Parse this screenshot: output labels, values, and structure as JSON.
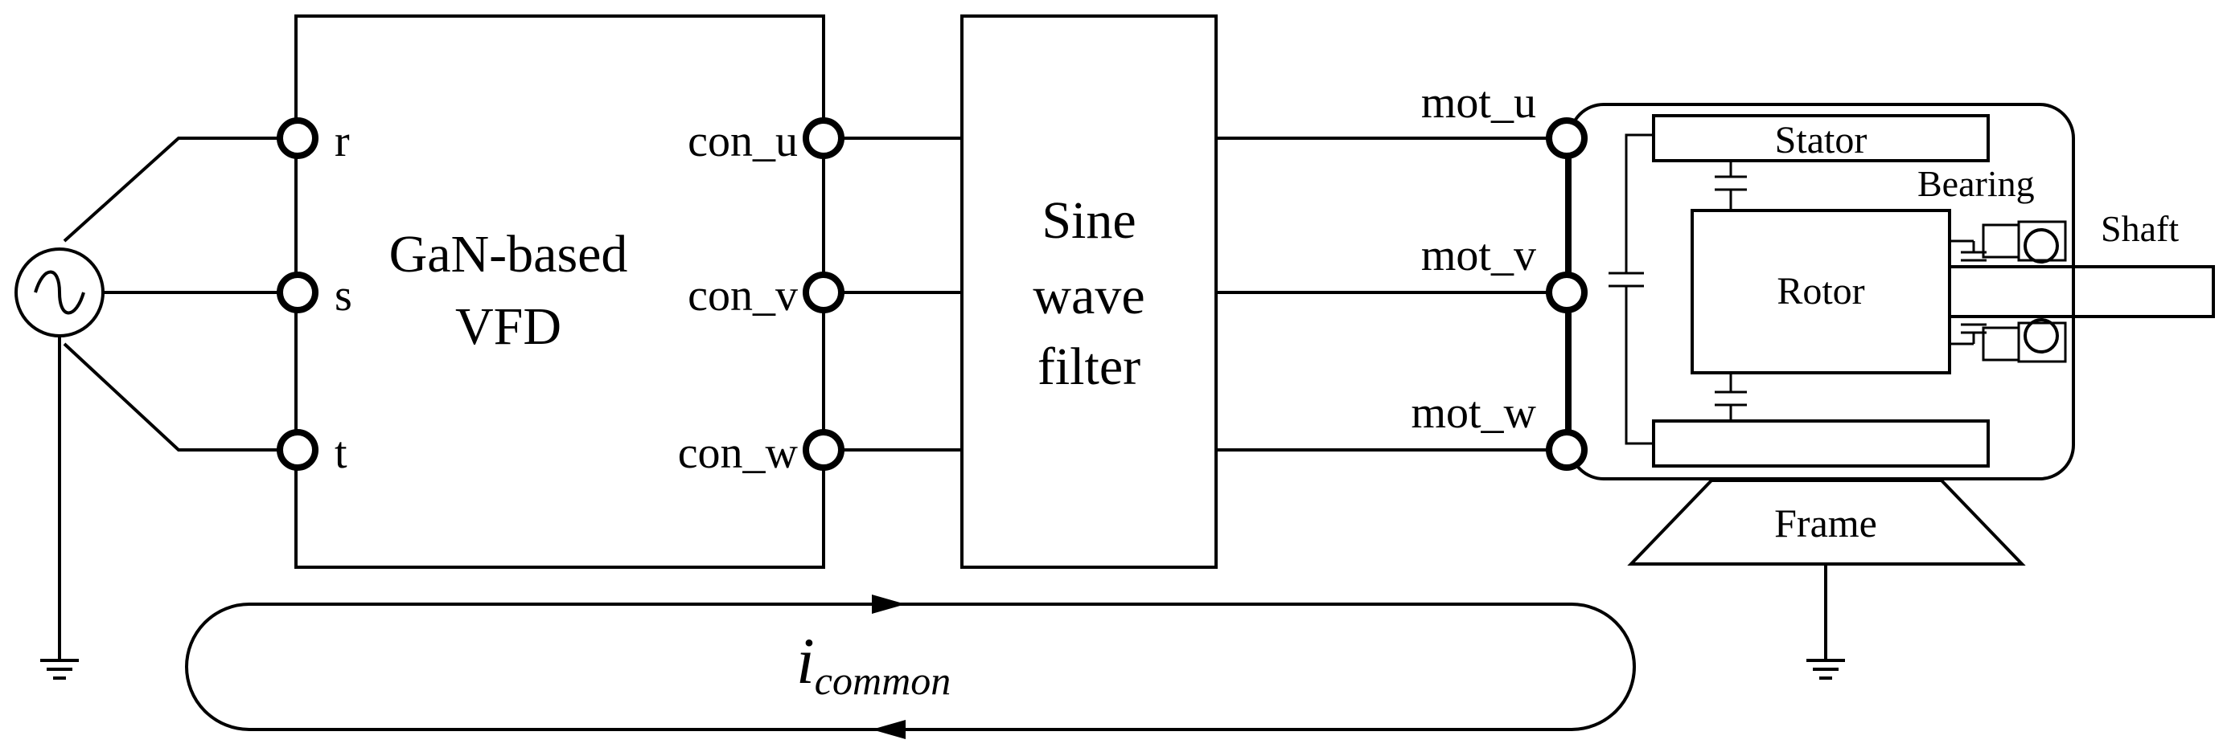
{
  "labels": {
    "vfd": {
      "line1": "GaN-based",
      "line2": "VFD"
    },
    "filter": {
      "line1": "Sine",
      "line2": "wave",
      "line3": "filter"
    },
    "input_terminals": [
      "r",
      "s",
      "t"
    ],
    "converter_terminals": [
      "con_u",
      "con_v",
      "con_w"
    ],
    "motor_terminals": [
      "mot_u",
      "mot_v",
      "mot_w"
    ],
    "motor_parts": {
      "stator": "Stator",
      "rotor": "Rotor",
      "bearing": "Bearing",
      "shaft": "Shaft",
      "frame": "Frame"
    },
    "common_current": {
      "symbol": "i",
      "subscript": "common"
    }
  },
  "colors": {
    "stroke": "#000000",
    "background": "#ffffff"
  }
}
